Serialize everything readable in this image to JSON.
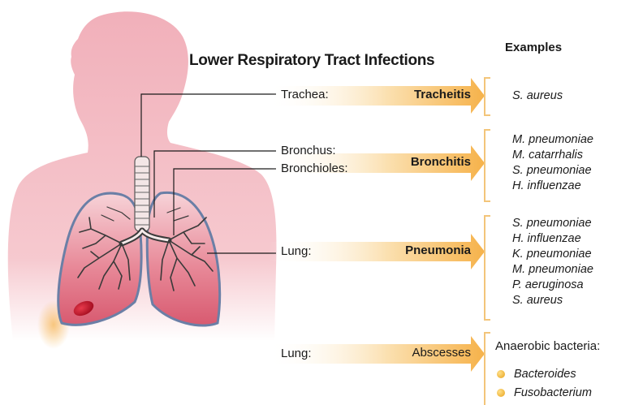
{
  "title": "Lower Respiratory Tract Infections",
  "examples_header": "Examples",
  "rows": [
    {
      "sites": [
        "Trachea:"
      ],
      "disease": "Tracheitis",
      "examples": [
        "S. aureus"
      ]
    },
    {
      "sites": [
        "Bronchus:",
        "Bronchioles:"
      ],
      "disease": "Bronchitis",
      "examples": [
        "M. pneumoniae",
        "M. catarrhalis",
        "S. pneumoniae",
        "H. influenzae"
      ]
    },
    {
      "sites": [
        "Lung:"
      ],
      "disease": "Pneumonia",
      "examples": [
        "S. pneumoniae",
        "H. influenzae",
        "K. pneumoniae",
        "M. pneumoniae",
        "P. aeruginosa",
        "S. aureus"
      ]
    },
    {
      "sites": [
        "Lung:"
      ],
      "disease": "Abscesses",
      "examples_heading": "Anaerobic bacteria:",
      "examples": [
        "Bacteroides",
        "Fusobacterium"
      ]
    }
  ],
  "colors": {
    "body_skin": "#f2b3bc",
    "lung_fill": "#dd6f82",
    "arrow_fill": "#f6b24a",
    "bracket": "#f3c57a",
    "abscess_spot": "#c3162b"
  }
}
